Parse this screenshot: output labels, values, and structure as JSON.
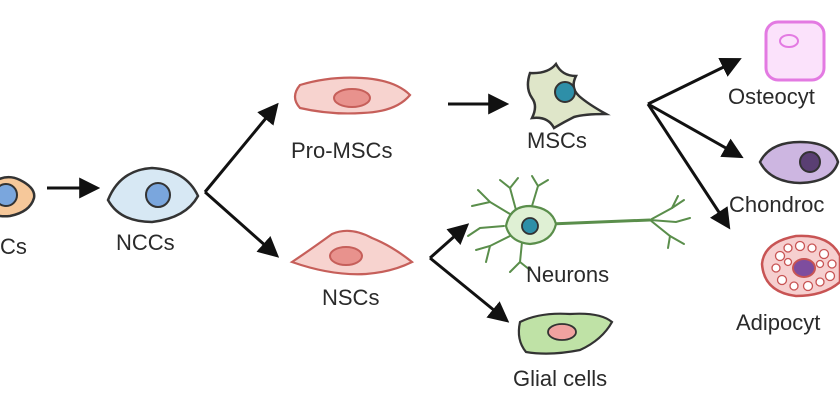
{
  "cells": {
    "source": {
      "label": "Cs"
    },
    "nccs": {
      "label": "NCCs"
    },
    "pro_mscs": {
      "label": "Pro-MSCs"
    },
    "nscs": {
      "label": "NSCs"
    },
    "mscs": {
      "label": "MSCs"
    },
    "neurons": {
      "label": "Neurons"
    },
    "glial": {
      "label": "Glial cells"
    },
    "osteocytes": {
      "label": "Osteocyt"
    },
    "chondrocytes": {
      "label": "Chondroc"
    },
    "adipocytes": {
      "label": "Adipocyt"
    }
  },
  "colors": {
    "arrow": "#111111",
    "outline": "#333333",
    "source_fill": "#f6c89a",
    "ncc_fill": "#d7e8f4",
    "nucleus_blue": "#7aa6dd",
    "pro_msc_fill": "#f7d3cf",
    "pro_msc_nucleus": "#e8928d",
    "msc_fill": "#dfe6c9",
    "msc_nucleus": "#2e8fa8",
    "neuron_fill": "#dff0d4",
    "neuron_nucleus": "#2e8fa8",
    "glial_fill": "#bfe2a6",
    "glial_nucleus": "#f0a2a0",
    "osteo_fill": "#fbe2fb",
    "osteo_outline": "#e37ae2",
    "chondro_fill": "#cdb6e1",
    "chondro_nucleus": "#5a3f73",
    "adipo_fill": "#f6cfcf",
    "adipo_outline": "#c85454",
    "adipo_nucleus": "#7e4d9e"
  }
}
